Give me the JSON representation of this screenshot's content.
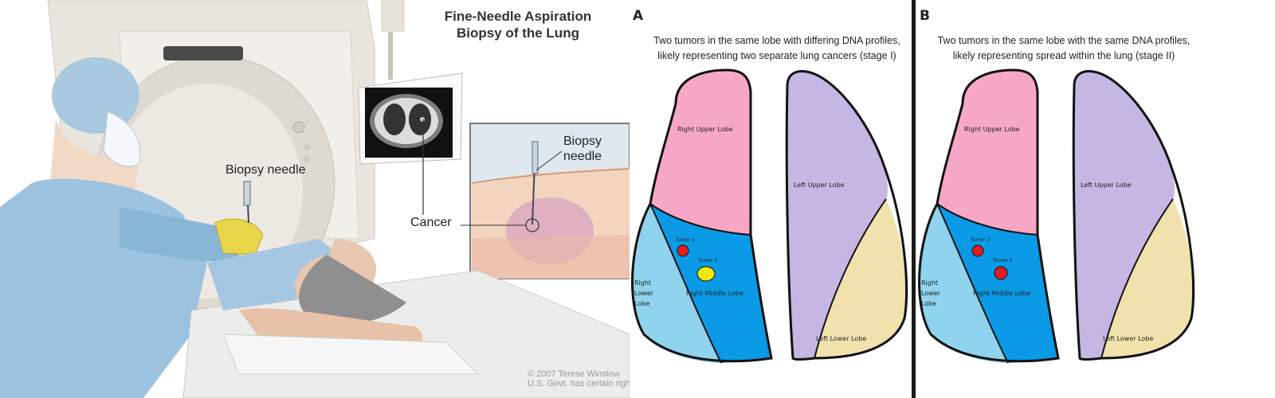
{
  "illustration": {
    "title_line1": "Fine-Needle Aspiration",
    "title_line2": "Biopsy of the Lung",
    "label_biopsy_needle_main": "Biopsy needle",
    "label_biopsy_line1": "Biopsy",
    "label_biopsy_line2": "needle",
    "label_cancer": "Cancer",
    "credit_line1": "© 2007 Terese Winslow",
    "credit_line2": "U.S. Govt. has certain rights"
  },
  "panels": [
    {
      "letter": "A",
      "caption_line1": "Two tumors in the same lobe with differing DNA profiles,",
      "caption_line2": "likely representing two separate lung cancers (stage I)",
      "lobes": {
        "right_upper": "Right Upper Lobe",
        "right_middle": "Right Middle Lobe",
        "right_lower_1": "Right",
        "right_lower_2": "Lower",
        "right_lower_3": "Lobe",
        "left_upper": "Left Upper Lobe",
        "left_lower": "Left Lower Lobe"
      },
      "tumor1": {
        "label": "Tumor 1",
        "color": "#e31b23"
      },
      "tumor2": {
        "label": "Tumor 2",
        "color": "#f4e60c"
      }
    },
    {
      "letter": "B",
      "caption_line1": "Two tumors in the same lobe with the same DNA profiles,",
      "caption_line2": "likely representing spread within the lung (stage II)",
      "lobes": {
        "right_upper": "Right Upper Lobe",
        "right_middle": "Right Middle Lobe",
        "right_lower_1": "Right",
        "right_lower_2": "Lower",
        "right_lower_3": "Lobe",
        "left_upper": "Left Upper Lobe",
        "left_lower": "Left Lower Lobe"
      },
      "tumor1": {
        "label": "Tumor 1",
        "color": "#e31b23"
      },
      "tumor2": {
        "label": "Tumor 2",
        "color": "#e31b23"
      }
    }
  ],
  "colors": {
    "right_upper": "#f6a7c6",
    "right_middle": "#0a9ae6",
    "right_lower": "#8fd3ee",
    "left_upper": "#c6b6e3",
    "left_lower": "#f1e2ad",
    "outline": "#111111"
  }
}
